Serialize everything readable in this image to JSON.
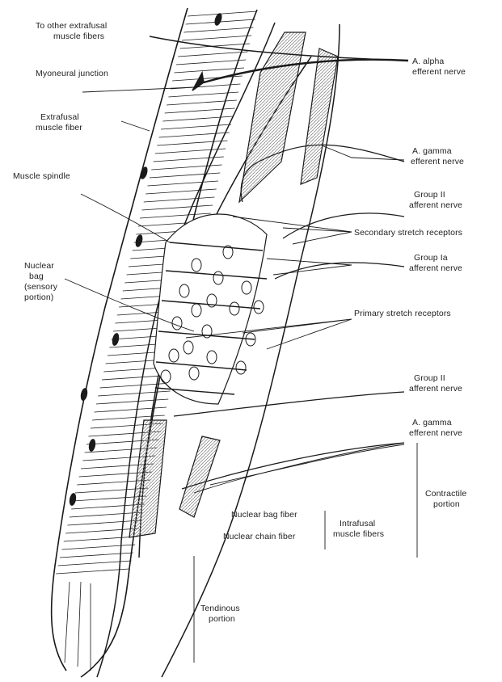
{
  "labels": {
    "other_fibers_1": "To other extrafusal",
    "other_fibers_2": "muscle fibers",
    "myoneural": "Myoneural junction",
    "extrafusal_1": "Extrafusal",
    "extrafusal_2": "muscle fiber",
    "spindle": "Muscle spindle",
    "nuclear_bag_1": "Nuclear",
    "nuclear_bag_2": "bag",
    "nuclear_bag_3": "(sensory",
    "nuclear_bag_4": "portion)",
    "alpha_1": "A. alpha",
    "alpha_2": "efferent nerve",
    "gamma_top_1": "A. gamma",
    "gamma_top_2": "efferent nerve",
    "group2_top_1": "Group II",
    "group2_top_2": "afferent nerve",
    "secondary": "Secondary stretch receptors",
    "group1a_1": "Group Ia",
    "group1a_2": "afferent nerve",
    "primary": "Primary stretch receptors",
    "group2_bot_1": "Group II",
    "group2_bot_2": "afferent nerve",
    "gamma_bot_1": "A. gamma",
    "gamma_bot_2": "efferent nerve",
    "contractile_1": "Contractile",
    "contractile_2": "portion",
    "bag_fiber": "Nuclear bag fiber",
    "chain_fiber": "Nuclear chain fiber",
    "intrafusal_1": "Intrafusal",
    "intrafusal_2": "muscle fibers",
    "tendinous_1": "Tendinous",
    "tendinous_2": "portion"
  },
  "colors": {
    "ink": "#1a1a1a",
    "paper": "#ffffff",
    "hatch": "#9a9a9a"
  }
}
